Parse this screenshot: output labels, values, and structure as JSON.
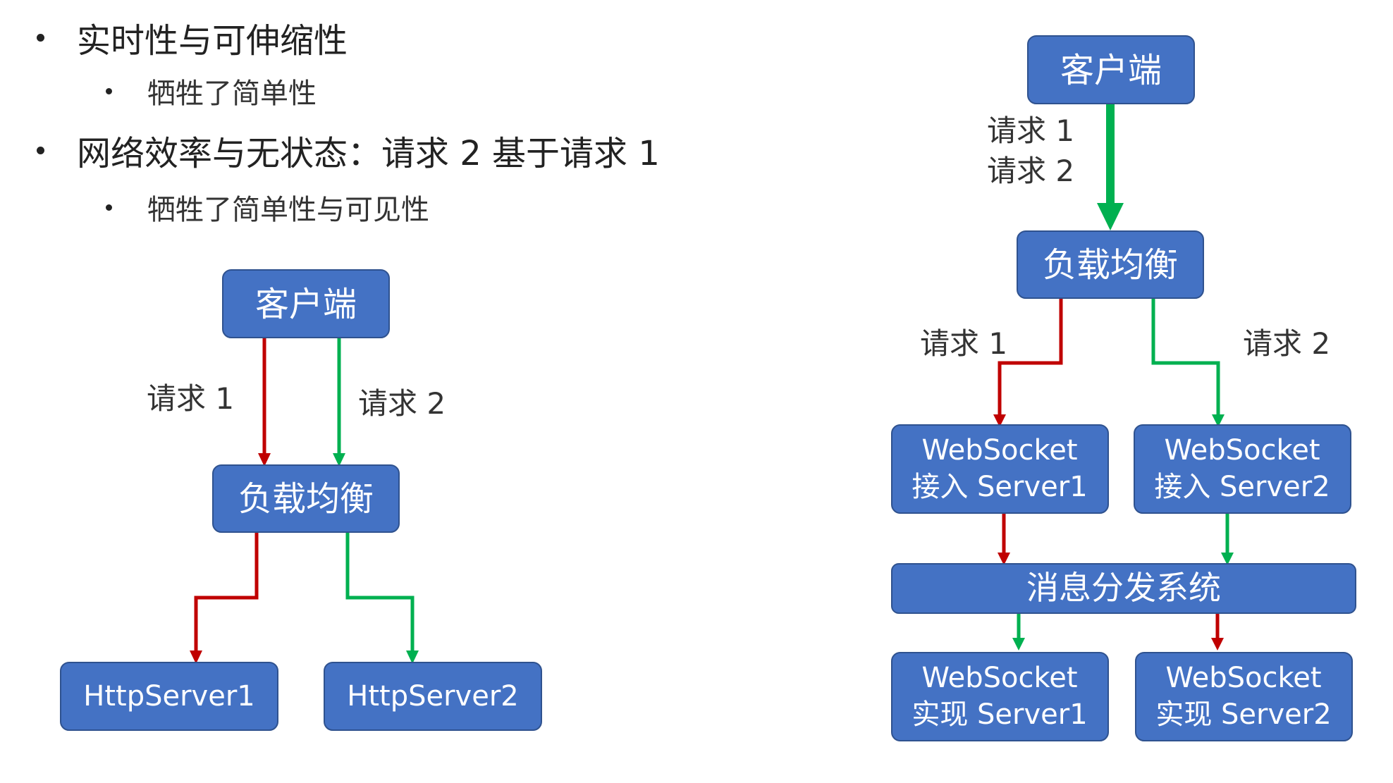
{
  "bullets": [
    {
      "text": "实时性与可伸缩性",
      "sub": "牺牲了简单性"
    },
    {
      "text": "网络效率与无状态：请求 2 基于请求 1",
      "sub": "牺牲了简单性与可见性"
    }
  ],
  "colors": {
    "node_fill": "#4472C4",
    "node_stroke": "#2F528F",
    "red": "#C00000",
    "green": "#00B050"
  },
  "left_diagram": {
    "client": "客户端",
    "load_balancer": "负载均衡",
    "server1": "HttpServer1",
    "server2": "HttpServer2",
    "req1": "请求 1",
    "req2": "请求 2"
  },
  "right_diagram": {
    "client": "客户端",
    "req1": "请求 1",
    "req2": "请求 2",
    "load_balancer": "负载均衡",
    "lb_req1": "请求 1",
    "lb_req2": "请求 2",
    "access1": {
      "line1": "WebSocket",
      "line2": "接入 Server1"
    },
    "access2": {
      "line1": "WebSocket",
      "line2": "接入 Server2"
    },
    "dispatch": "消息分发系统",
    "impl1": {
      "line1": "WebSocket",
      "line2": "实现 Server1"
    },
    "impl2": {
      "line1": "WebSocket",
      "line2": "实现 Server2"
    }
  }
}
